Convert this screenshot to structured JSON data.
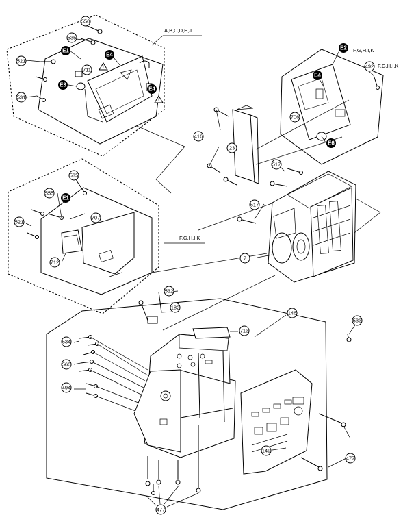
{
  "model_groups": {
    "top_left": "A,B,C,D,E,J",
    "middle_left": "F,G,H,I,K",
    "top_right_e2": "F,G,H,I,K",
    "top_right_492": "F,G,H,I,K"
  },
  "part_numbers": {
    "p550": "550",
    "p535a": "535",
    "p521a": "521",
    "p531": "531",
    "p711": "711",
    "p492": "492",
    "p706": "706",
    "p416": "416",
    "p23": "23",
    "p517a": "517",
    "p517b": "517",
    "p535b": "535",
    "p555": "555",
    "p707": "707",
    "p521b": "521",
    "p712": "712",
    "p7": "7",
    "p532": "532",
    "p182": "182",
    "p146": "146",
    "p533": "533",
    "p534": "534",
    "p713": "713",
    "p560": "560",
    "p494": "494",
    "p149": "149",
    "p477a": "477",
    "p477b": "477"
  },
  "badges": {
    "e1a": "E1",
    "e3": "E3",
    "e4a": "E4",
    "e4b": "E4",
    "e2": "E2",
    "e4c": "E4",
    "e6": "E6",
    "e1b": "E1"
  },
  "icons": [
    "warning-triangle-icon",
    "screw-icon"
  ]
}
